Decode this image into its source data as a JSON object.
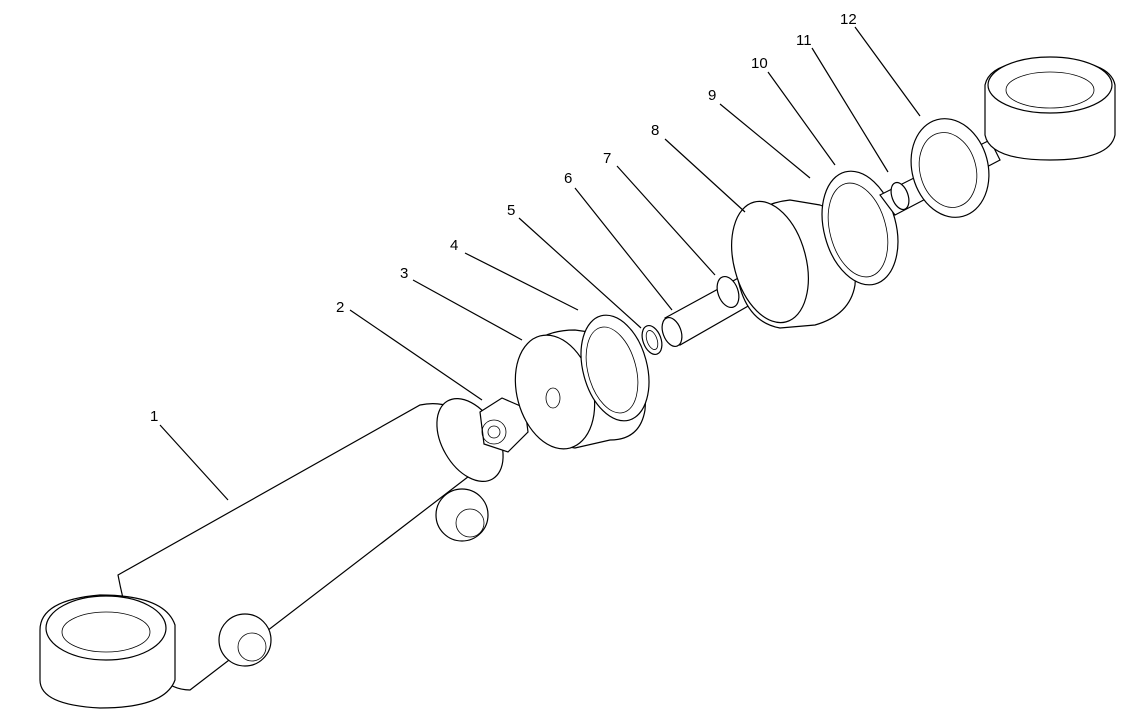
{
  "diagram": {
    "callouts": [
      {
        "id": 1,
        "label": "1"
      },
      {
        "id": 2,
        "label": "2"
      },
      {
        "id": 3,
        "label": "3"
      },
      {
        "id": 4,
        "label": "4"
      },
      {
        "id": 5,
        "label": "5"
      },
      {
        "id": 6,
        "label": "6"
      },
      {
        "id": 7,
        "label": "7"
      },
      {
        "id": 8,
        "label": "8"
      },
      {
        "id": 9,
        "label": "9"
      },
      {
        "id": 10,
        "label": "10"
      },
      {
        "id": 11,
        "label": "11"
      },
      {
        "id": 12,
        "label": "12"
      }
    ],
    "colors": {
      "line": "#000000",
      "background": "#ffffff"
    }
  }
}
